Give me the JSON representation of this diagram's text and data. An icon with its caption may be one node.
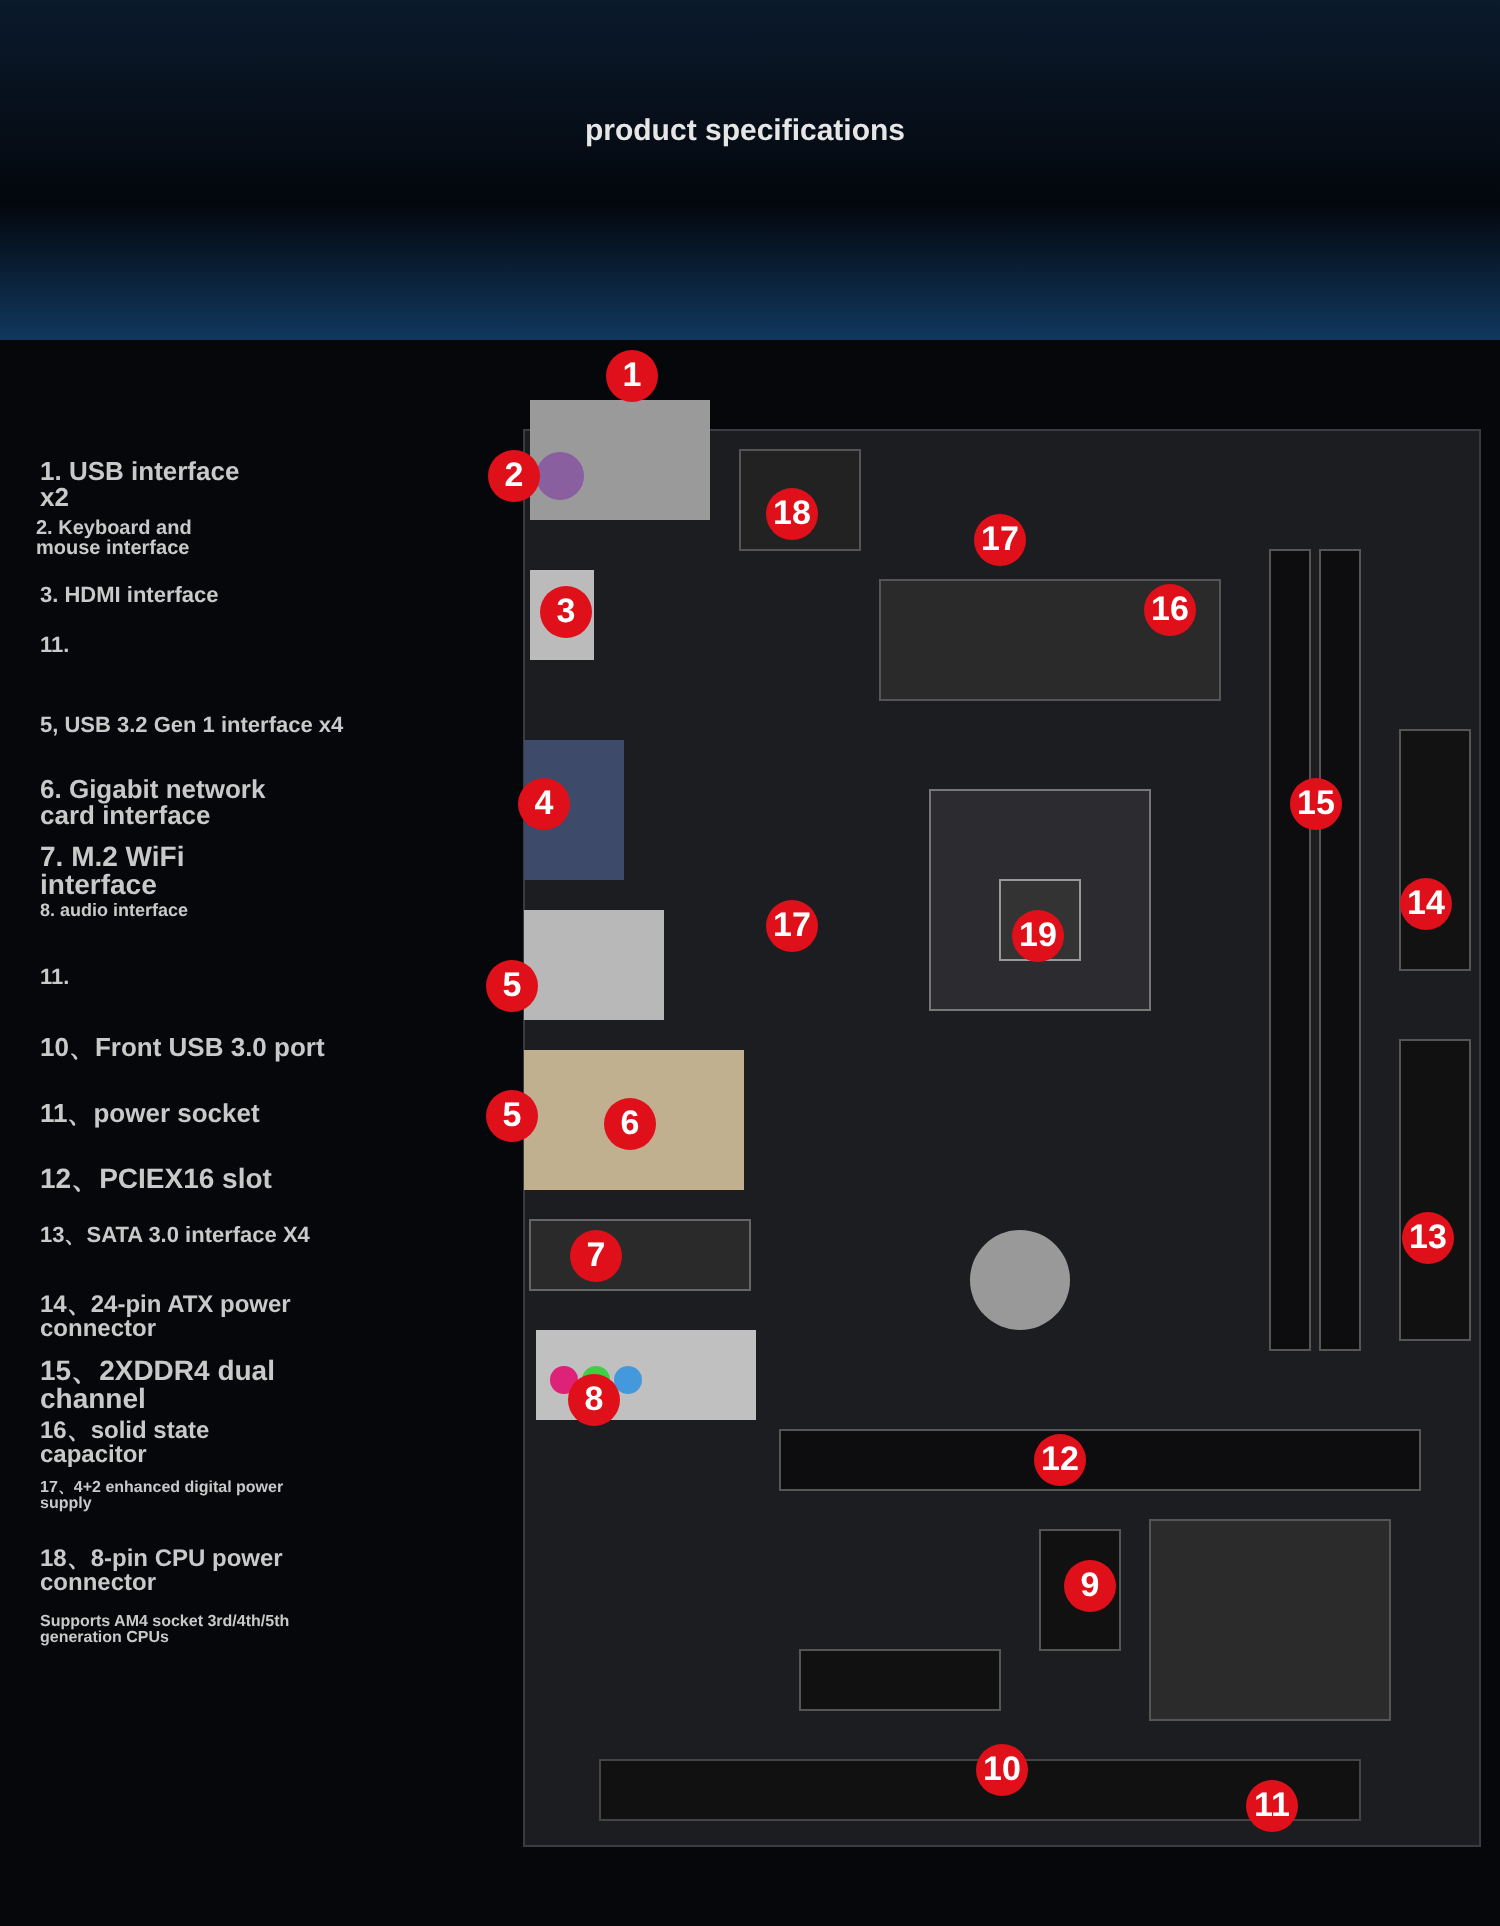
{
  "diagram": {
    "title": "product specifications",
    "labels": [
      "1. USB interface x2",
      "2. Keyboard and mouse interface",
      "3. HDMI interface",
      "11.",
      "5, USB 3.2 Gen 1 interface x4",
      "6. Gigabit network card interface",
      "7. M.2 WiFi interface",
      "8. audio interface",
      "11.",
      "10、Front USB 3.0 port",
      "11、power socket",
      "12、PCIEX16 slot",
      "13、SATA 3.0 interface X4",
      "14、24-pin ATX power connector",
      "15、2XDDR4 dual channel",
      "16、solid state capacitor",
      "17、4+2 enhanced digital power supply",
      "18、8-pin CPU power connector",
      "Supports AM4 socket 3rd/4th/5th generation CPUs",
      "1",
      "2",
      "18",
      "17",
      "16",
      "3",
      "15",
      "4",
      "14",
      "17",
      "19",
      "5",
      "5",
      "6",
      "13",
      "7",
      "8",
      "12",
      "9",
      "10",
      "11"
    ]
  }
}
